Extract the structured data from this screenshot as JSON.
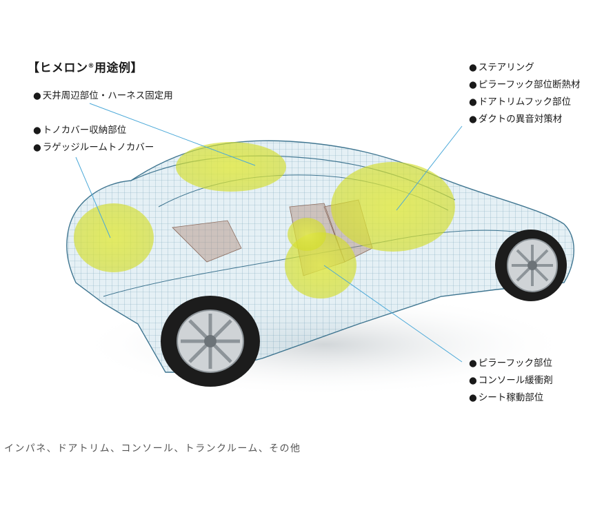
{
  "title": {
    "prefix": "【ヒメロン",
    "reg": "®",
    "suffix": "用途例】"
  },
  "groups": {
    "ceiling": [
      "天井周辺部位・ハーネス固定用"
    ],
    "tonneau": [
      "トノカバー収納部位",
      "ラゲッジルームトノカバー"
    ],
    "front": [
      "ステアリング",
      "ピラーフック部位断熱材",
      "ドアトリムフック部位",
      "ダクトの異音対策材"
    ],
    "pillar": [
      "ピラーフック部位",
      "コンソール緩衝剤",
      "シート稼動部位"
    ]
  },
  "footer": "インパネ、ドアトリム、コンソール、トランクルーム、その他",
  "colors": {
    "highlight": "#d8e23a",
    "body_mesh": "#5a8fa8",
    "body_fill": "#cfe3ec",
    "leader": "#4aa8d8",
    "tire": "#1c1c1c",
    "rim": "#cfd3d6",
    "interior": "#b08a7a"
  },
  "icons": {
    "bullet": "black-circle-bullet",
    "car": "wireframe-car-illustration"
  }
}
